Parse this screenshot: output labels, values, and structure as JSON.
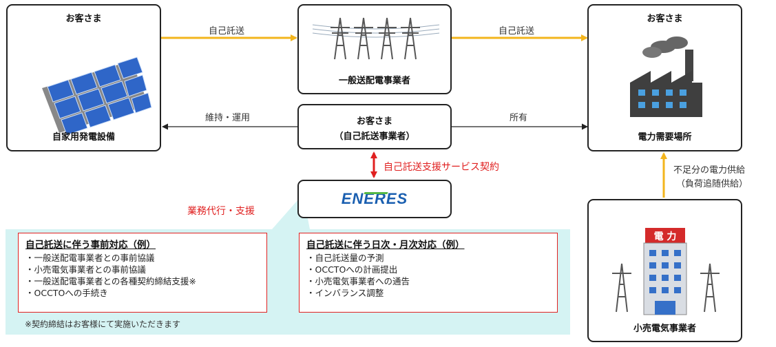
{
  "nodes": {
    "customer_left_title": "お客さま",
    "solar_title": "自家用発電設備",
    "grid_title": "一般送配電事業者",
    "customer_center_line1": "お客さま",
    "customer_center_line2": "（自己託送事業者）",
    "customer_right_title": "お客さま",
    "demand_title": "電力需要場所",
    "retail_title": "小売電気事業者",
    "retail_sign": "電 力",
    "eneres_logo": "ENERES"
  },
  "edges": {
    "self_transmission_1": "自己託送",
    "self_transmission_2": "自己託送",
    "maintenance": "維持・運用",
    "ownership": "所有",
    "support_contract": "自己託送支援サービス契約",
    "agency": "業務代行・支援",
    "supply_line1": "不足分の電力供給",
    "supply_line2": "（負荷追随供給）"
  },
  "panels": {
    "advance": {
      "title": "自己託送に伴う事前対応（例）",
      "items": [
        "一般送配電事業者との事前協議",
        "小売電気事業者との事前協議",
        "一般送配電事業者との各種契約締結支援※",
        "OCCTOへの手続き"
      ]
    },
    "daily": {
      "title": "自己託送に伴う日次・月次対応（例）",
      "items": [
        "自己託送量の予測",
        "OCCTOへの計画提出",
        "小売電気事業者への通告",
        "インバランス調整"
      ]
    },
    "footnote": "※契約締結はお客様にて実施いただきます"
  },
  "colors": {
    "arrow_orange": "#f3b51c",
    "arrow_red": "#e02020",
    "panel_bg": "#d5f3f3",
    "logo_blue": "#1a5fb0",
    "logo_green": "#56b946"
  }
}
